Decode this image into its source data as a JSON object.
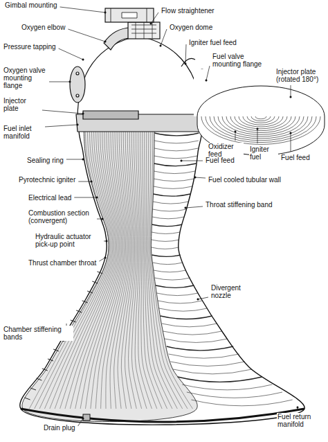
{
  "diagram": {
    "labels": [
      "Gimbal mounting",
      "Flow straightener",
      "Oxygen elbow",
      "Oxygen dome",
      "Pressure tapping",
      "Igniter fuel feed",
      "Oxygen valve mounting flange",
      "Fuel valve mounting flange",
      "Injector plate (rotated 180°)",
      "Injector plate",
      "Fuel inlet manifold",
      "Oxidizer feed",
      "Igniter fuel",
      "Fuel feed",
      "Fuel feed",
      "Sealing ring",
      "Fuel cooled tubular wall",
      "Pyrotechnic igniter",
      "Electrical lead",
      "Throat stiffening band",
      "Combustion section (convergent)",
      "Hydraulic actuator pick-up point",
      "Thrust chamber throat",
      "Divergent nozzle",
      "Chamber stiffening bands",
      "Drain plug",
      "Fuel return manifold"
    ]
  }
}
